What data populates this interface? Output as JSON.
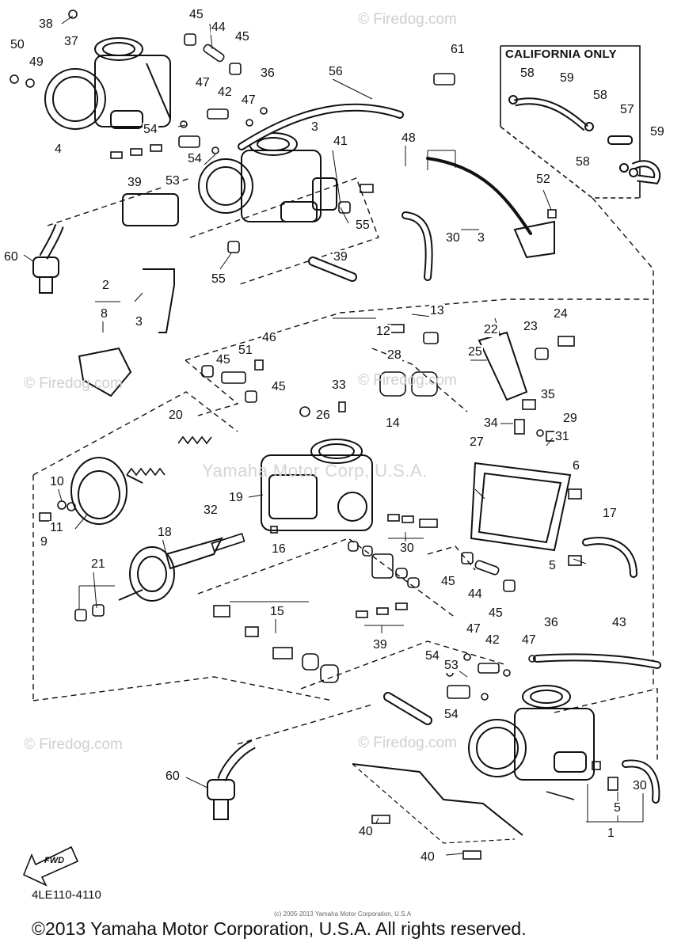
{
  "title_box": "CALIFORNIA ONLY",
  "watermark_brand": "© Firedog.com",
  "watermark_center": "Yamaha Motor Corp, U.S.A.",
  "fwd_label": "FWD",
  "diagram_code": "4LE110-4110",
  "tiny_footer": "(c) 2005-2013 Yamaha Motor Corporation, U.S.A",
  "copyright": "©2013 Yamaha Motor Corporation, U.S.A. All rights reserved.",
  "callouts": [
    "38",
    "37",
    "50",
    "49",
    "4",
    "45",
    "44",
    "45",
    "47",
    "42",
    "47",
    "36",
    "54",
    "54",
    "39",
    "53",
    "3",
    "41",
    "56",
    "48",
    "61",
    "58",
    "59",
    "58",
    "57",
    "59",
    "58",
    "52",
    "30",
    "3",
    "60",
    "55",
    "55",
    "39",
    "2",
    "8",
    "3",
    "13",
    "12",
    "28",
    "22",
    "25",
    "23",
    "24",
    "46",
    "45",
    "51",
    "45",
    "33",
    "26",
    "14",
    "35",
    "34",
    "29",
    "31",
    "20",
    "27",
    "6",
    "10",
    "11",
    "9",
    "19",
    "32",
    "17",
    "16",
    "30",
    "5",
    "18",
    "21",
    "45",
    "44",
    "45",
    "15",
    "39",
    "47",
    "42",
    "47",
    "36",
    "43",
    "54",
    "53",
    "54",
    "60",
    "30",
    "5",
    "1",
    "40",
    "40"
  ]
}
